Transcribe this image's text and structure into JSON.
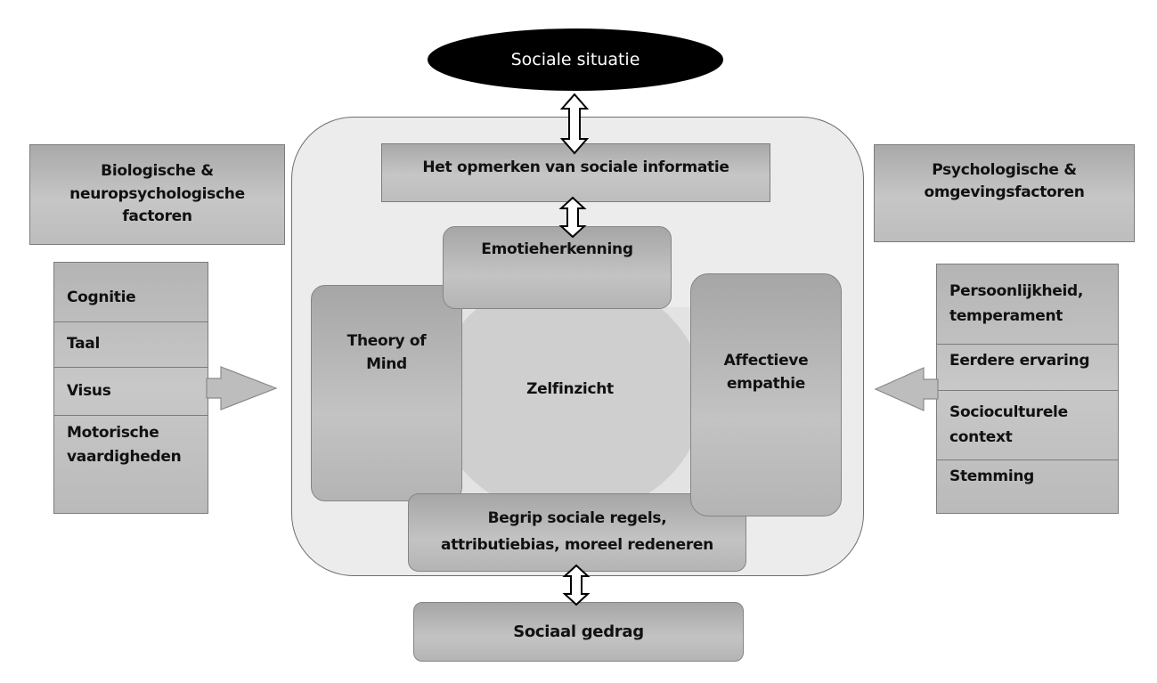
{
  "diagram": {
    "top_node": "Sociale situatie",
    "outer_frame": {
      "top_box": "Het opmerken van sociale informatie",
      "emotion": "Emotieherkenning",
      "tom": "Theory of Mind",
      "self": "Zelfinzicht",
      "empathy": "Affectieve empathie",
      "rules": "Begrip sociale regels, attributiebias, moreel redeneren"
    },
    "bottom_node": "Sociaal gedrag",
    "left_panel": {
      "title": "Biologische & neuropsychologische factoren",
      "items": [
        "Cognitie",
        "Taal",
        "Visus",
        "Motorische vaardigheden"
      ]
    },
    "right_panel": {
      "title": "Psychologische & omgevingsfactoren",
      "items": [
        "Persoonlijkheid, temperament",
        "Eerdere ervaring",
        "Socioculturele context",
        "Stemming"
      ]
    },
    "colors": {
      "ellipse_fill": "#000000",
      "box_fill": "#bdbdbd",
      "frame_fill": "#ececec",
      "center_fill": "#cfcfcf"
    }
  }
}
